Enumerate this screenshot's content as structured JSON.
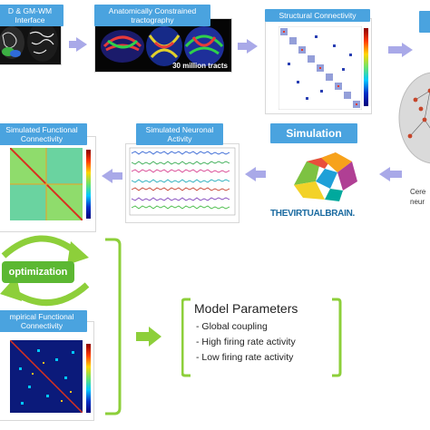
{
  "steps": {
    "dti": {
      "title_line1": "D & GM-WM",
      "title_line2": "Interface"
    },
    "tractography": {
      "title_line1": "Anatomically Constrained",
      "title_line2": "tractography",
      "overlay_label": "30 million tracts"
    },
    "structural": {
      "title": "Structural Connectivity"
    },
    "simulated_fc": {
      "title_line1": "Simulated Functional",
      "title_line2": "Connectivity"
    },
    "neuronal": {
      "title_line1": "Simulated Neuronal",
      "title_line2": "Activity"
    },
    "simulation": {
      "title": "Simulation",
      "logo_text": "THEVIRTUALBRAIN."
    },
    "empirical_fc": {
      "title_line1": "mpirical Functional",
      "title_line2": "Connectivity"
    }
  },
  "brain_model": {
    "caption_line1": "Cere",
    "caption_line2": "neur"
  },
  "optimization": {
    "label": "optimization"
  },
  "model_parameters": {
    "title": "Model Parameters",
    "items": [
      "-  Global coupling",
      "-  High firing rate activity",
      "-  Low firing rate activity"
    ]
  },
  "colors": {
    "title_bg": "#4aa3df",
    "arrow": "#a9a9e8",
    "cycle_green": "#8dcf3a",
    "bracket_green": "#8dcf3a",
    "optim_bg": "#5cb832"
  }
}
